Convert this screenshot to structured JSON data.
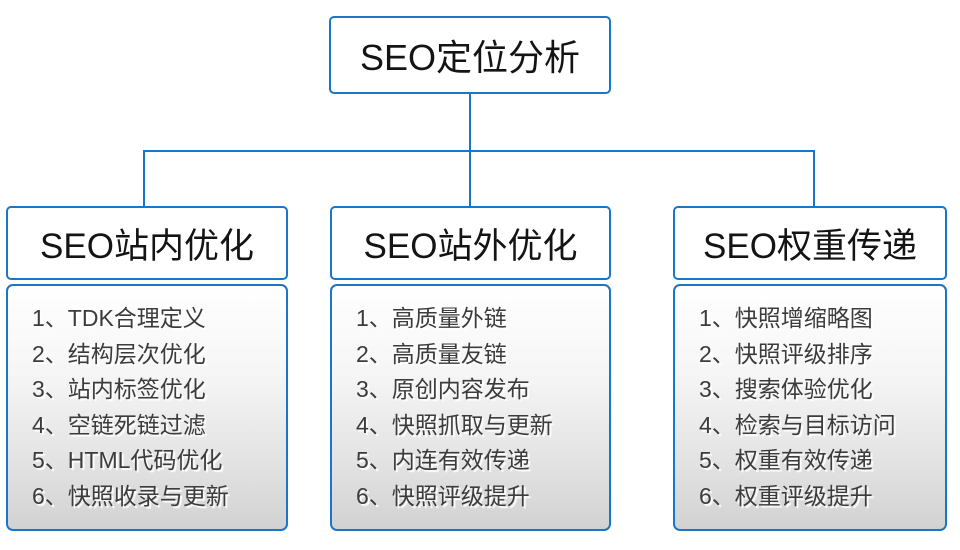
{
  "diagram": {
    "root_title": "SEO定位分析",
    "columns": [
      {
        "title": "SEO站内优化",
        "items": [
          "1、TDK合理定义",
          "2、结构层次优化",
          "3、站内标签优化",
          "4、空链死链过滤",
          "5、HTML代码优化",
          "6、快照收录与更新"
        ]
      },
      {
        "title": "SEO站外优化",
        "items": [
          "1、高质量外链",
          "2、高质量友链",
          "3、原创内容发布",
          "4、快照抓取与更新",
          "5、内连有效传递",
          "6、快照评级提升"
        ]
      },
      {
        "title": "SEO权重传递",
        "items": [
          "1、快照增缩略图",
          "2、快照评级排序",
          "3、搜索体验优化",
          "4、检索与目标访问",
          "5、权重有效传递",
          "6、权重评级提升"
        ]
      }
    ]
  },
  "colors": {
    "line_blue": "#1a76c8",
    "title_text": "#141414",
    "item_text": "#3c3c3c",
    "panel_gradient_top": "#ffffff",
    "panel_gradient_bottom": "#d2d2d2"
  }
}
